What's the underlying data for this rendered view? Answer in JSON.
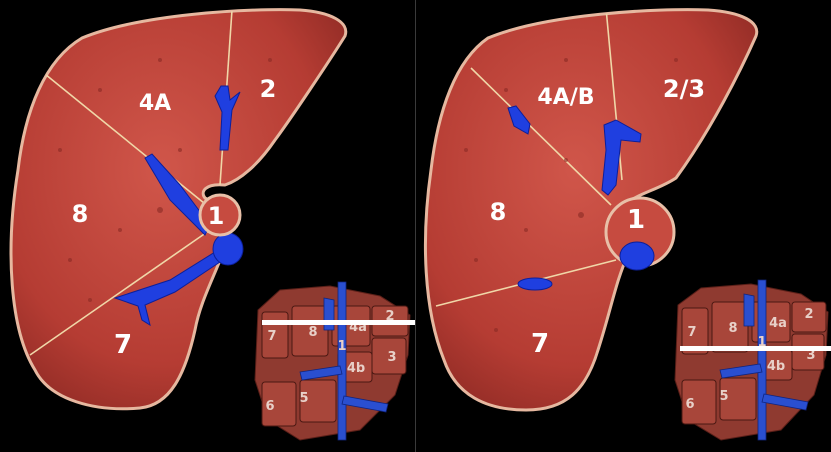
{
  "panels": [
    {
      "id": "left",
      "segment_labels": [
        "4A",
        "2",
        "8",
        "1",
        "7"
      ],
      "inset_labels": [
        "7",
        "8",
        "4a",
        "2",
        "1",
        "3",
        "4b",
        "6",
        "5"
      ]
    },
    {
      "id": "right",
      "segment_labels": [
        "4A/B",
        "2/3",
        "8",
        "1",
        "7"
      ],
      "inset_labels": [
        "7",
        "8",
        "4a",
        "2",
        "1",
        "3",
        "4b",
        "6",
        "5"
      ]
    }
  ],
  "colors": {
    "background": "#000000",
    "liver": "#c0443a",
    "liver_edge": "#e8c0a8",
    "boundary_line": "#f0d7a8",
    "vein": "#1f3fe0",
    "cut_line": "#ffffff",
    "label": "#ffffff"
  }
}
